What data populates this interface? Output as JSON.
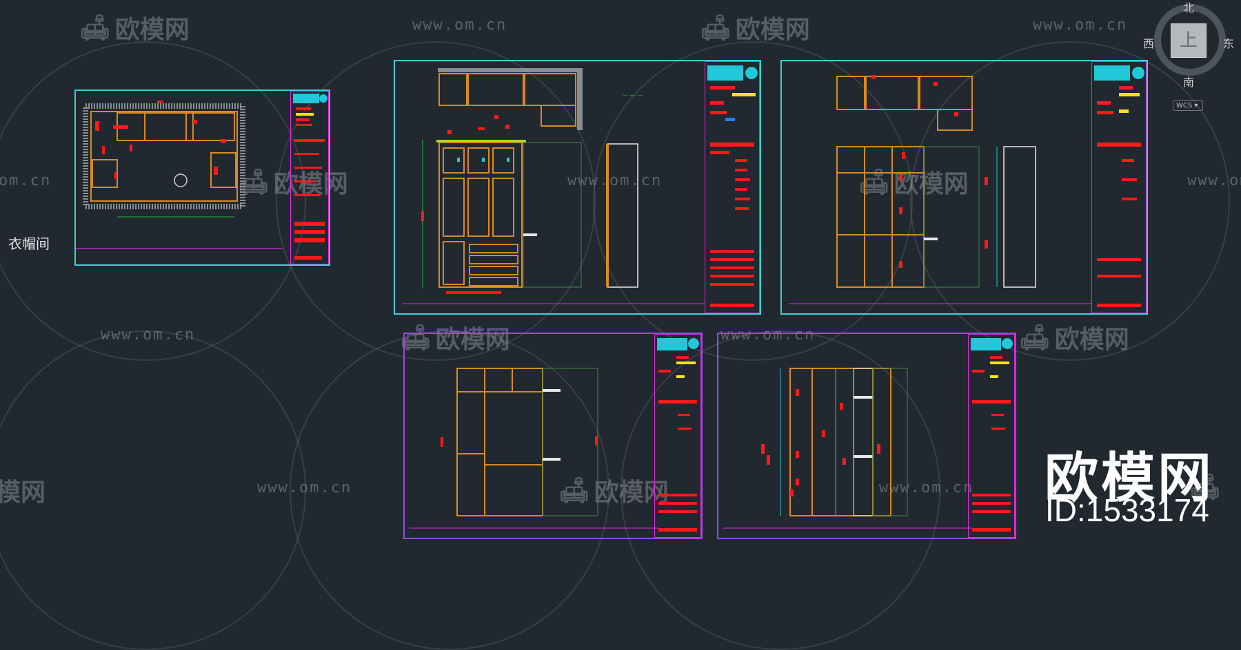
{
  "room_label": "衣帽间",
  "compass": {
    "north": "北",
    "south": "南",
    "east": "东",
    "west": "西",
    "cube_face": "上",
    "wcs_label": "WCS ▾"
  },
  "watermark": {
    "site_url": "www.om.cn",
    "brand_text": "欧模网",
    "partial_url": "om.cn",
    "partial_logo": "模网"
  },
  "brand_overlay": {
    "name": "欧模网",
    "id_text": "ID:1533174"
  },
  "colors": {
    "background": "#212830",
    "sheet_border_cyan": "#3fd0d6",
    "sheet_border_purple": "#9a49e6",
    "title_block_magenta": "#e229e2",
    "cabinet_orange": "#d98a22",
    "annotation_red": "#ff1a1a",
    "dimension_green": "#22c03a"
  }
}
